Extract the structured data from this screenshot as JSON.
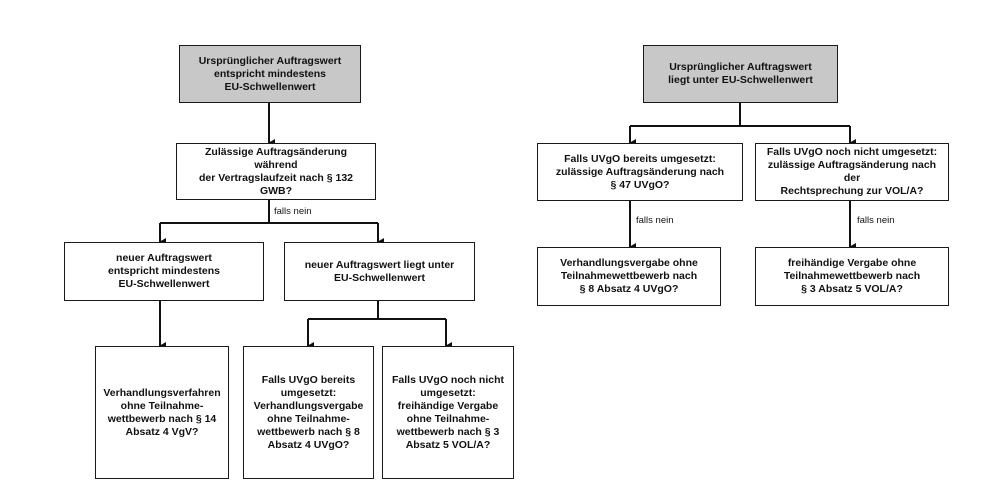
{
  "left": {
    "root": [
      "Ursprünglicher Auftragswert",
      "entspricht mindestens",
      "EU-Schwellenwert"
    ],
    "question": [
      "Zulässige Auftragsänderung während",
      "der Vertragslaufzeit nach § 132 GWB?"
    ],
    "branch_label": "falls nein",
    "new_value_above": [
      "neuer Auftragswert",
      "entspricht mindestens",
      "EU-Schwellenwert"
    ],
    "new_value_below": [
      "neuer Auftragswert liegt unter",
      "EU-Schwellenwert"
    ],
    "result_1": [
      "Verhandlungsverfahren",
      "ohne Teilnahme-",
      "wettbewerb nach § 14",
      "Absatz 4 VgV?"
    ],
    "result_2": [
      "Falls UVgO bereits",
      "umgesetzt:",
      "Verhandlungsvergabe",
      "ohne Teilnahme-",
      "wettbewerb nach § 8",
      "Absatz 4 UVgO?"
    ],
    "result_3": [
      "Falls UVgO noch nicht",
      "umgesetzt:",
      "freihändige Vergabe",
      "ohne Teilnahme-",
      "wettbewerb nach § 3",
      "Absatz 5 VOL/A?"
    ]
  },
  "right": {
    "root": [
      "Ursprünglicher Auftragswert",
      "liegt unter EU-Schwellenwert"
    ],
    "option_a": [
      "Falls UVgO bereits umgesetzt:",
      "zulässige Auftragsänderung nach",
      "§ 47 UVgO?"
    ],
    "option_b": [
      "Falls UVgO noch nicht umgesetzt:",
      "zulässige Auftragsänderung nach der",
      "Rechtsprechung zur VOL/A?"
    ],
    "label_a": "falls nein",
    "label_b": "falls nein",
    "result_a": [
      "Verhandlungsvergabe ohne",
      "Teilnahmewettbewerb nach",
      "§ 8 Absatz 4 UVgO?"
    ],
    "result_b": [
      "freihändige Vergabe ohne",
      "Teilnahmewettbewerb nach",
      "§ 3 Absatz 5 VOL/A?"
    ]
  }
}
